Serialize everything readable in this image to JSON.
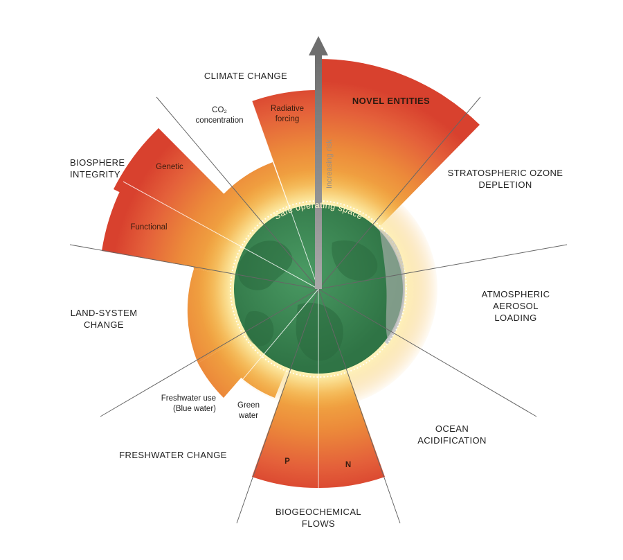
{
  "center_label": "Safe operating space",
  "axis_label": "Increasing risk",
  "categories": {
    "climate_change": "CLIMATE CHANGE",
    "novel_entities": "NOVEL ENTITIES",
    "stratospheric_ozone": "STRATOSPHERIC OZONE\nDEPLETION",
    "aerosol": "ATMOSPHERIC\nAEROSOL\nLOADING",
    "ocean": "OCEAN\nACIDIFICATION",
    "biogeochemical": "BIOGEOCHEMICAL\nFLOWS",
    "freshwater": "FRESHWATER CHANGE",
    "land_system": "LAND-SYSTEM\nCHANGE",
    "biosphere": "BIOSPHERE\nINTEGRITY"
  },
  "sub_labels": {
    "co2": "CO₂\nconcentration",
    "radiative": "Radiative\nforcing",
    "genetic": "Genetic",
    "functional": "Functional",
    "blue_water": "Freshwater use\n(Blue water)",
    "green_water": "Green\nwater",
    "phosphorus": "P",
    "nitrogen": "N"
  },
  "colors": {
    "safe_green": "#3e8a55",
    "high_risk": "#d9402b",
    "increasing_risk": "#f0a23a",
    "not_quantified": "#c8c8c8"
  }
}
